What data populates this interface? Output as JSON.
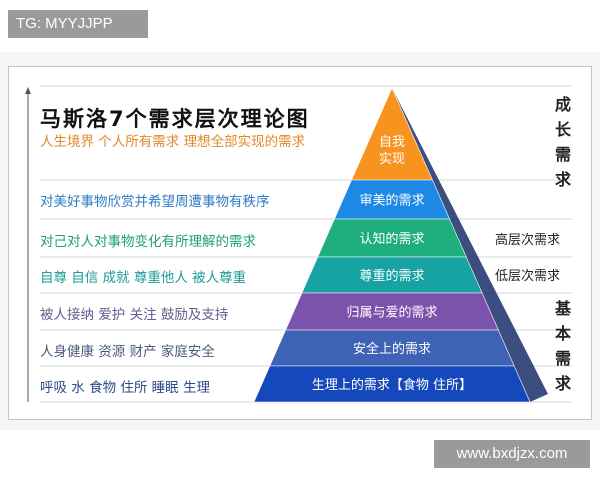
{
  "watermark_top": "TG: MYYJJPP",
  "watermark_bottom": "www.bxdjzx.com",
  "title": "马斯洛7个需求层次理论图",
  "tiers": [
    {
      "label": "自我实现",
      "label_lines": [
        "自我",
        "实现"
      ],
      "description": "人生境界 个人所有需求 理想全部实现的需求",
      "color": "#f7931e",
      "text_color": "#e0892a"
    },
    {
      "label": "审美的需求",
      "description": "对美好事物欣赏并希望周遭事物有秩序",
      "color": "#1e88e5",
      "text_color": "#2d7cc4"
    },
    {
      "label": "认知的需求",
      "description": "对己对人对事物变化有所理解的需求",
      "color": "#1fae7e",
      "text_color": "#1f9e7a"
    },
    {
      "label": "尊重的需求",
      "description": "自尊 自信 成就 尊重他人 被人尊重",
      "color": "#17a3a3",
      "text_color": "#1f9a98"
    },
    {
      "label": "归属与爱的需求",
      "description": "被人接纳 爱护 关注 鼓励及支持",
      "color": "#7b52ac",
      "text_color": "#6b5a8e"
    },
    {
      "label": "安全上的需求",
      "description": "人身健康 资源 财产 家庭安全",
      "color": "#3f63b4",
      "text_color": "#4a5a80"
    },
    {
      "label": "生理上的需求【食物 住所】",
      "description": "呼吸 水 食物 住所 睡眠 生理",
      "color": "#1448bb",
      "text_color": "#2d4a8a"
    }
  ],
  "side_labels": {
    "growth": "成长需求",
    "high": "高层次需求",
    "low": "低层次需求",
    "basic": "基本需求"
  }
}
